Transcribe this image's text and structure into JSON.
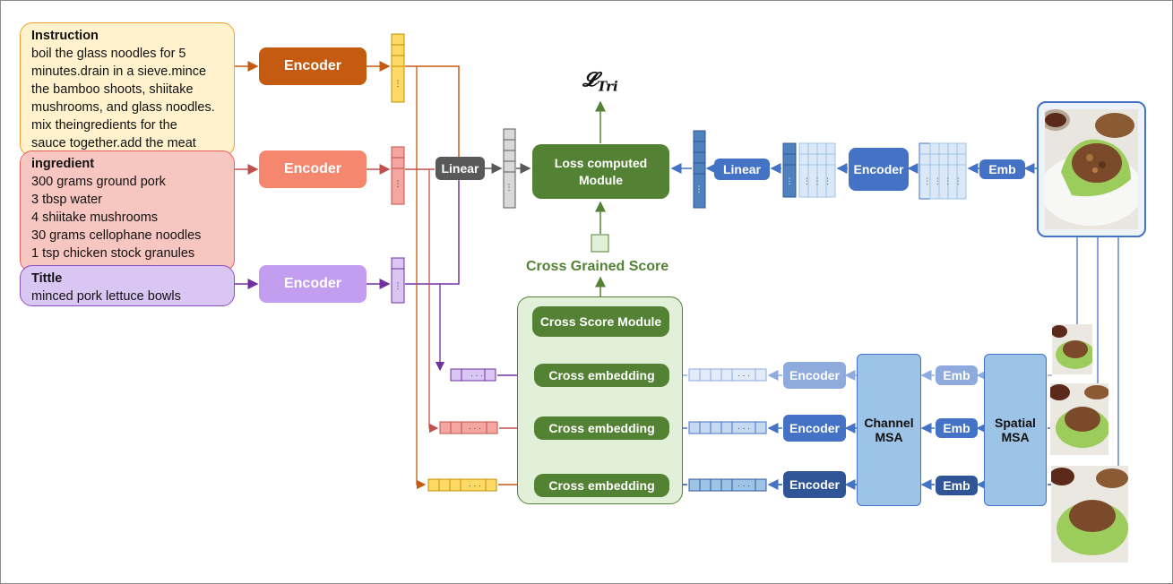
{
  "text_inputs": {
    "instruction": {
      "heading": "Instruction",
      "lines": [
        "boil the glass noodles for 5",
        "minutes.drain in a sieve.mince",
        "the bamboo shoots, shiitake",
        "mushrooms, and glass noodles.",
        "mix theingredients for the",
        "sauce together.add the meat"
      ]
    },
    "ingredient": {
      "heading": "ingredient",
      "lines": [
        "300 grams ground pork",
        "3 tbsp water",
        "4 shiitake mushrooms",
        "30 grams cellophane noodles",
        "1 tsp chicken stock granules"
      ]
    },
    "title": {
      "heading": "Tittle",
      "lines": [
        "minced pork lettuce bowls"
      ]
    }
  },
  "text_encoders": [
    "Encoder",
    "Encoder",
    "Encoder"
  ],
  "linear_left": "Linear",
  "loss_module": {
    "line1": "Loss computed",
    "line2": "Module"
  },
  "loss_symbol": "𝓛",
  "loss_subscript": "Tri",
  "image_branch": {
    "linear": "Linear",
    "encoder": "Encoder",
    "emb": "Emb"
  },
  "cross_grained_score": "Cross Grained Score",
  "cross_score_module": "Cross Score Module",
  "cross_embeddings": [
    "Cross embedding",
    "Cross embedding",
    "Cross embedding"
  ],
  "image_encoders": [
    "Encoder",
    "Encoder",
    "Encoder"
  ],
  "embs": [
    "Emb",
    "Emb",
    "Emb"
  ],
  "channel_msa": {
    "line1": "Channel",
    "line2": "MSA"
  },
  "spatial_msa": {
    "line1": "Spatial",
    "line2": "MSA"
  },
  "vector_dots": "· · ·",
  "colors": {
    "instruction": "#f0a030",
    "instruction_fill": "#fff2cc",
    "ingredient": "#e8605a",
    "ingredient_fill": "#f8c6c0",
    "title": "#8a4ec0",
    "title_fill": "#d9c6f2",
    "encoder_orange": "#c55a11",
    "encoder_salmon": "#f5876e",
    "encoder_purple": "#c39ef0",
    "green": "#548235",
    "green_fill": "#e2efd9",
    "blue": "#4472c4",
    "light_blue": "#9dc3e6",
    "dark_blue": "#2f5597",
    "grey": "#595959"
  }
}
